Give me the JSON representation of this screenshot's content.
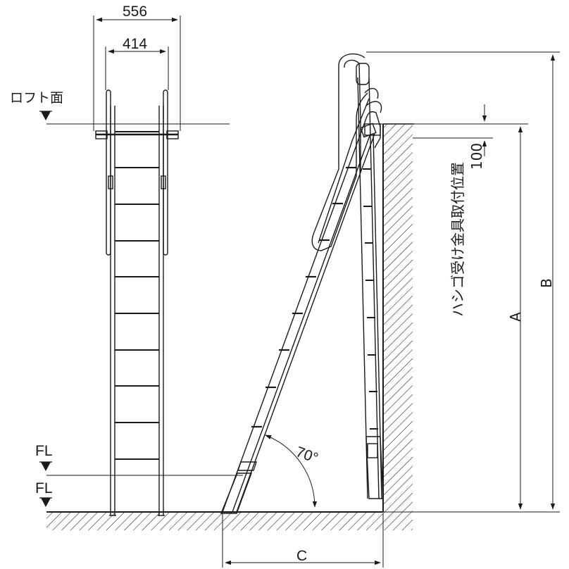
{
  "front_view": {
    "overall_width": "556",
    "inner_width": "414",
    "loft_label": "ロフト面",
    "floor_label_upper": "FL",
    "floor_label_lower": "FL"
  },
  "side_view": {
    "angle": "70°",
    "offset_100": "100",
    "bracket_position": "ハシゴ受け金具取付位置",
    "dim_a": "A",
    "dim_b": "B",
    "dim_c": "C"
  },
  "colors": {
    "line": "#1a1a1a",
    "paper": "#ffffff"
  }
}
